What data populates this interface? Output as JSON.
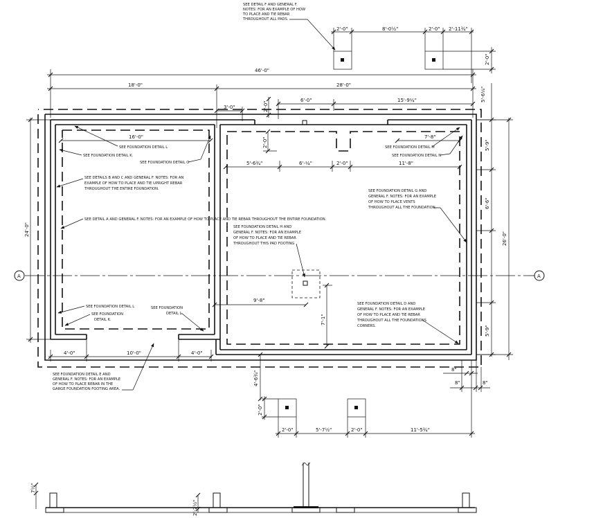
{
  "dimensions": {
    "d_46_0": "46'-0\"",
    "d_18_0": "18'-0\"",
    "d_28_0": "28'-0\"",
    "d_2_0_top_a": "2'-0\"",
    "d_8_0_1_2": "8'-0½\"",
    "d_2_0_top_b": "2'-0\"",
    "d_2_11_3_4": "2'-11¾\"",
    "d_2_0_right_top": "2'-0\"",
    "d_5_6_1_4": "5'-6¼\"",
    "d_3_0": "3'-0\"",
    "d_2_0_top_c": "2'-0\"",
    "d_6_0": "6'-0\"",
    "d_15_9_1_4": "15'-9¼\"",
    "d_16_0": "16'-0\"",
    "d_7_8": "7'-8\"",
    "d_2_0_left_pad": "2'-0\"",
    "d_5_6_3_4": "5'-6¾\"",
    "d_6_1_4": "6'-¼\"",
    "d_2_0_mid": "2'-0\"",
    "d_11_8": "11'-8\"",
    "d_5_9_right_a": "5'-9\"",
    "d_6_6": "6'-6\"",
    "d_26_0": "26'-0\"",
    "d_24_0": "24'-0\"",
    "d_9_8": "9'-8\"",
    "d_7_1": "7'-1\"",
    "d_5_9_right_b": "5'-9\"",
    "d_4_0_a": "4'-0\"",
    "d_10_0": "10'-0\"",
    "d_4_0_b": "4'-0\"",
    "d_8_a": "8\"",
    "d_8_b": "8\"",
    "d_8_c": "8\"",
    "d_4_6_3_4": "4'-6¾\"",
    "d_2_0_bottom_pad": "2'-0\"",
    "d_2_0_bottom_a": "2'-0\"",
    "d_5_7_1_2": "5'-7½\"",
    "d_2_0_bottom_b": "2'-0\"",
    "d_11_5_3_4": "11'-5¾\"",
    "d_7_1_2": "7½\"",
    "d_2_2_1_2": "2'-2½\""
  },
  "grid": {
    "left_bubble": "A",
    "right_bubble": "A"
  },
  "notes": {
    "n_detail_f": [
      "SEE DETAIL F AND GENERAL F.",
      "NOTES: FOR AN EXAMPLE OF HOW",
      "TO PLACE AND TIE REBAR",
      "THROUGHOUT ALL PADS."
    ],
    "n_detail_l_top": "SEE FOUNDATION DETAIL L",
    "n_detail_k_top": "SEE FOUNDATION DETAIL K.",
    "n_detail_o": "SEE FOUNDATION DETAIL O",
    "n_details_bc": [
      "SEE DETAILS B AND C AND GENERAL F. NOTES: FOR AN",
      "EXAMPLE OF HOW TO PLACE AND TIE UPRIGHT REBAR",
      "THROUGHOUT THE ENTIRE FOUNDATION."
    ],
    "n_detail_a": "SEE DETAIL A AND GENERAL F. NOTES: FOR AN EXAMPLE OF HOW TO PLACE AND TIE REBAR THROUGHOUT THE ENTIRE FOUNDATION.",
    "n_detail_h": [
      "SEE FOUNDATION DETAIL H AND",
      "GENERAL F. NOTES: FOR AN EXAMPLE",
      "OF HOW TO PLACE AND TIE REBAR",
      "THROUGHOUT THIS PAD FOOTING"
    ],
    "n_detail_m": "SEE FOUNDATION DETAIL M",
    "n_detail_n": "SEE FOUNDATION DETAIL N",
    "n_detail_g": [
      "SEE FOUNDATION DETAIL G AND",
      "GENERAL F. NOTES: FOR AN EXAMPLE",
      "OF HOW TO PLACE VENTS",
      "THROUGHOUT ALL THE FOUNDATION."
    ],
    "n_detail_l_bottom": "SEE FOUNDATION DETAIL L",
    "n_detail_k_bottom": [
      "SEE FOUNDATION",
      "DETAIL K."
    ],
    "n_detail_l_bottom2": [
      "SEE FOUNDATION",
      "DETAIL L"
    ],
    "n_detail_d": [
      "SEE FOUNDATION DETAIL D AND",
      "GENERAL F. NOTES: FOR AN EXAMPLE",
      "OF HOW TO PLACE AND TIE REBAR",
      "THROUGHOUT ALL THE FOUNDATIONS",
      "CORNERS."
    ],
    "n_detail_e": [
      "SEE FOUNDATION DETAIL E AND",
      "GENERAL F. NOTES: FOR AN EXAMPLE",
      "OF HOW TO PLACE REBAR IN THE",
      "GARGE FOUNDATION FOOTING AREA."
    ]
  }
}
